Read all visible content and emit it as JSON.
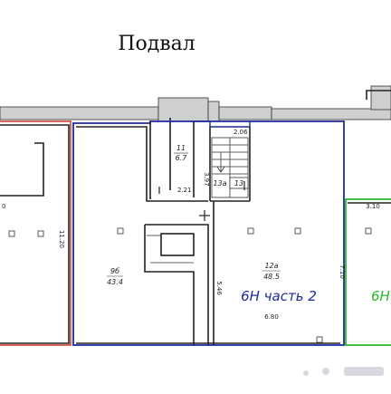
{
  "title": "Подвал",
  "dimensions": {
    "d_206": "2.06",
    "d_397": "3.97",
    "d_221": "2.21",
    "d_1120": "11.20",
    "d_546": "5.46",
    "d_680": "6.80",
    "d_710": "7.10",
    "d_310": "3.10",
    "d_0": "0"
  },
  "rooms": {
    "r11_num": "11",
    "r11_area": "6.7",
    "r13a": "13а",
    "r13": "13",
    "r9_num": "9б",
    "r9_area": "43.4",
    "r12_num": "12а",
    "r12_area": "48.5"
  },
  "units": {
    "unit_blue": "6Н часть 2",
    "unit_green_partial": "6Н"
  },
  "colors": {
    "red_boundary": "#d0342c",
    "blue_boundary": "#1f2a9e",
    "green_boundary": "#2eb82e"
  }
}
